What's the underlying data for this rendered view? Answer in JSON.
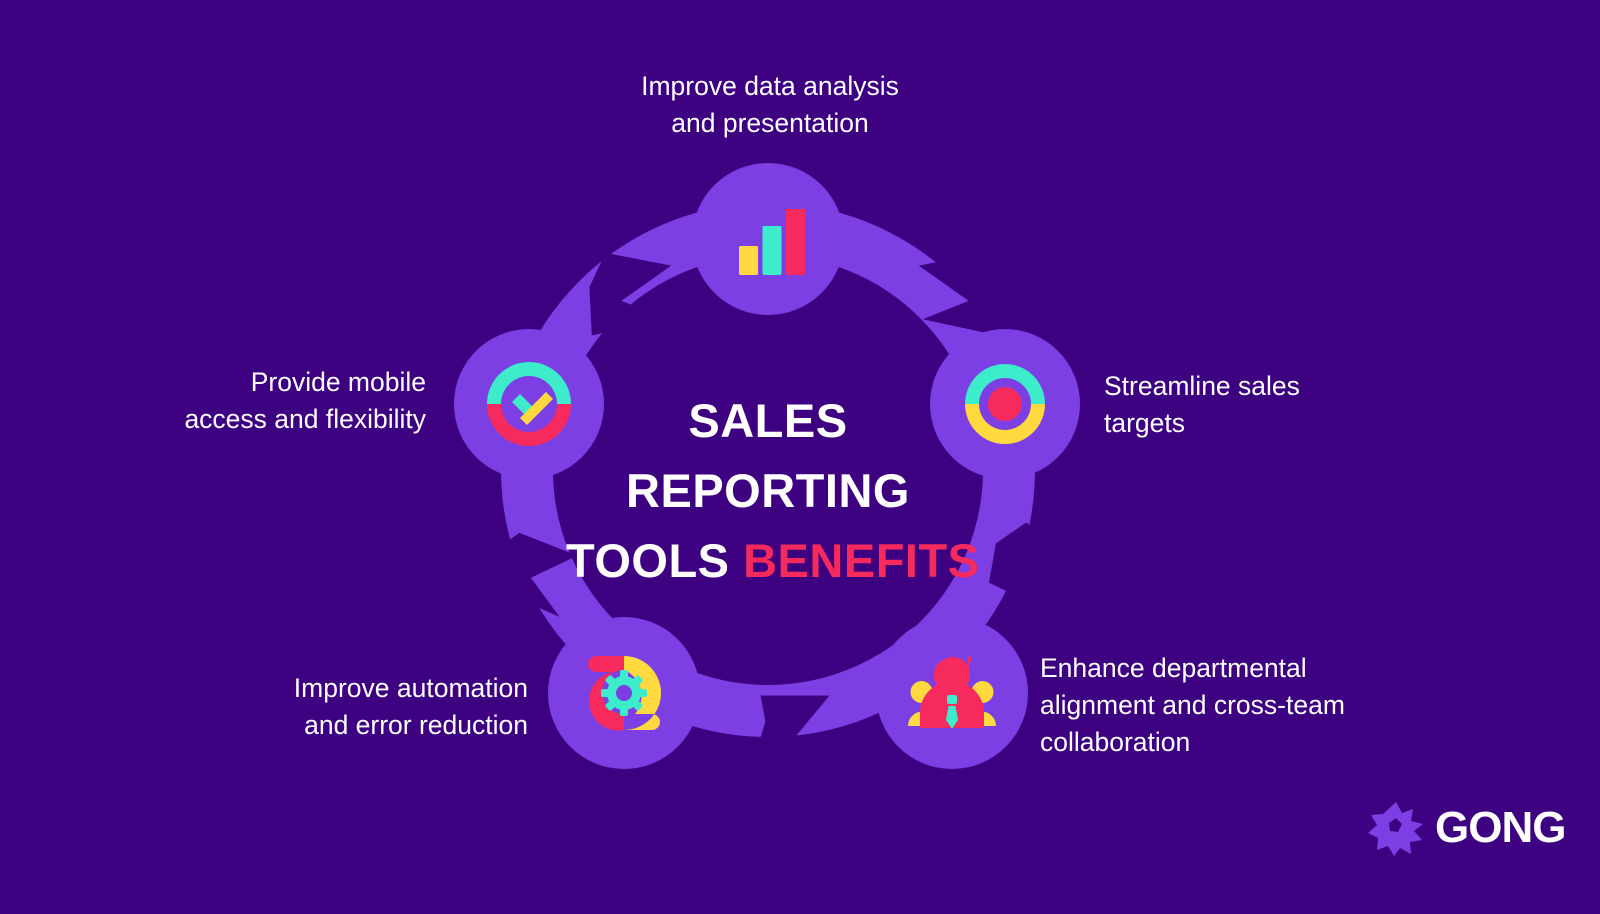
{
  "graphic": {
    "type": "cycle-diagram",
    "node_count": 5,
    "background_color": "#3d0080",
    "ring_color": "#7b3fe4",
    "node_color": "#7b3fe4"
  },
  "center": {
    "line1": "SALES",
    "line2": "REPORTING",
    "line3a": "TOOLS",
    "line3b": "BENEFITS",
    "accent_color": "#f72a5e",
    "text_color": "#ffffff"
  },
  "benefits": [
    {
      "id": "data-analysis",
      "icon": "bar-chart-icon",
      "position": "top",
      "lines": [
        "Improve data analysis",
        "and presentation"
      ]
    },
    {
      "id": "sales-targets",
      "icon": "target-icon",
      "position": "right",
      "lines": [
        "Streamline sales",
        "targets"
      ]
    },
    {
      "id": "team-collaboration",
      "icon": "team-icon",
      "position": "bottom-right",
      "lines": [
        "Enhance departmental",
        "alignment and cross-team",
        "collaboration"
      ]
    },
    {
      "id": "automation",
      "icon": "automation-gear-icon",
      "position": "bottom-left",
      "lines": [
        "Improve automation",
        "and error reduction"
      ]
    },
    {
      "id": "mobile-access",
      "icon": "checkmark-circle-icon",
      "position": "left",
      "lines": [
        "Provide mobile",
        "access and flexibility"
      ]
    }
  ],
  "palette": {
    "pink": "#f72a5e",
    "teal": "#3ceccb",
    "yellow": "#ffd93d",
    "purple": "#7b3fe4",
    "dark_purple": "#3d0080",
    "white": "#ffffff"
  },
  "logo": {
    "brand": "GONG",
    "mark": "gong-starburst-icon",
    "mark_color": "#7b3fe4",
    "text_color": "#ffffff"
  }
}
